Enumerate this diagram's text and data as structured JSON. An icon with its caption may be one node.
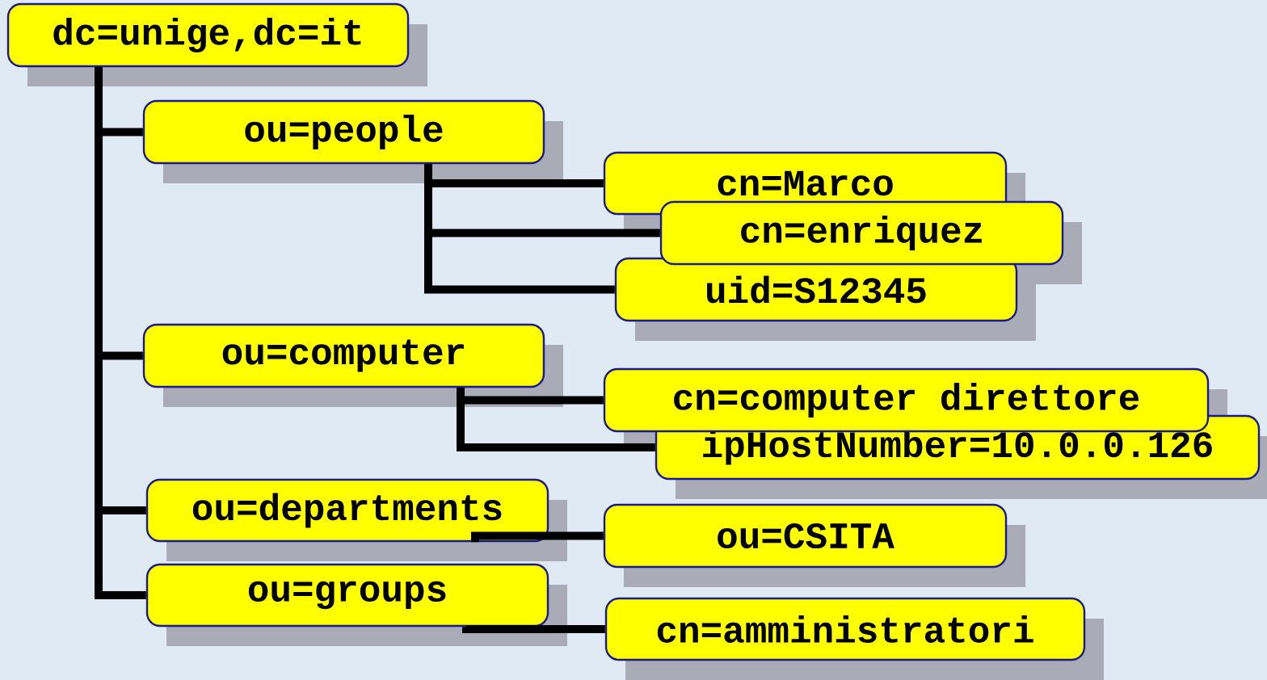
{
  "diagram": {
    "nodes": [
      {
        "text": [
          "dc=unige,dc=it"
        ]
      },
      {
        "text": [
          "ou=people"
        ]
      },
      {
        "text": [
          "cn=Marco"
        ]
      },
      {
        "text": [
          "cn=enriquez"
        ]
      },
      {
        "text": [
          "uid=S12345"
        ]
      },
      {
        "text": [
          "ou=computer"
        ]
      },
      {
        "text": [
          "cn=computer direttore"
        ]
      },
      {
        "text": [
          "ipHostNumber=10.0.0.126"
        ]
      },
      {
        "text": [
          "ou=departments"
        ]
      },
      {
        "text": [
          "ou=CSITA"
        ]
      },
      {
        "text": [
          "ou=groups"
        ]
      },
      {
        "text": [
          "cn=amministratori"
        ]
      }
    ],
    "edges": [
      {
        "from": 0,
        "to": 1,
        "arrow": "none"
      },
      {
        "from": 0,
        "to": 5,
        "arrow": "none"
      },
      {
        "from": 0,
        "to": 8,
        "arrow": "none"
      },
      {
        "from": 0,
        "to": 10,
        "arrow": "none"
      },
      {
        "from": 1,
        "to": 2,
        "arrow": "none"
      },
      {
        "from": 1,
        "to": 3,
        "arrow": "none"
      },
      {
        "from": 1,
        "to": 4,
        "arrow": "none"
      },
      {
        "from": 5,
        "to": 6,
        "arrow": "none"
      },
      {
        "from": 5,
        "to": 7,
        "arrow": "none"
      },
      {
        "from": 8,
        "to": 9,
        "arrow": "none"
      },
      {
        "from": 10,
        "to": 11,
        "arrow": "none"
      }
    ]
  }
}
